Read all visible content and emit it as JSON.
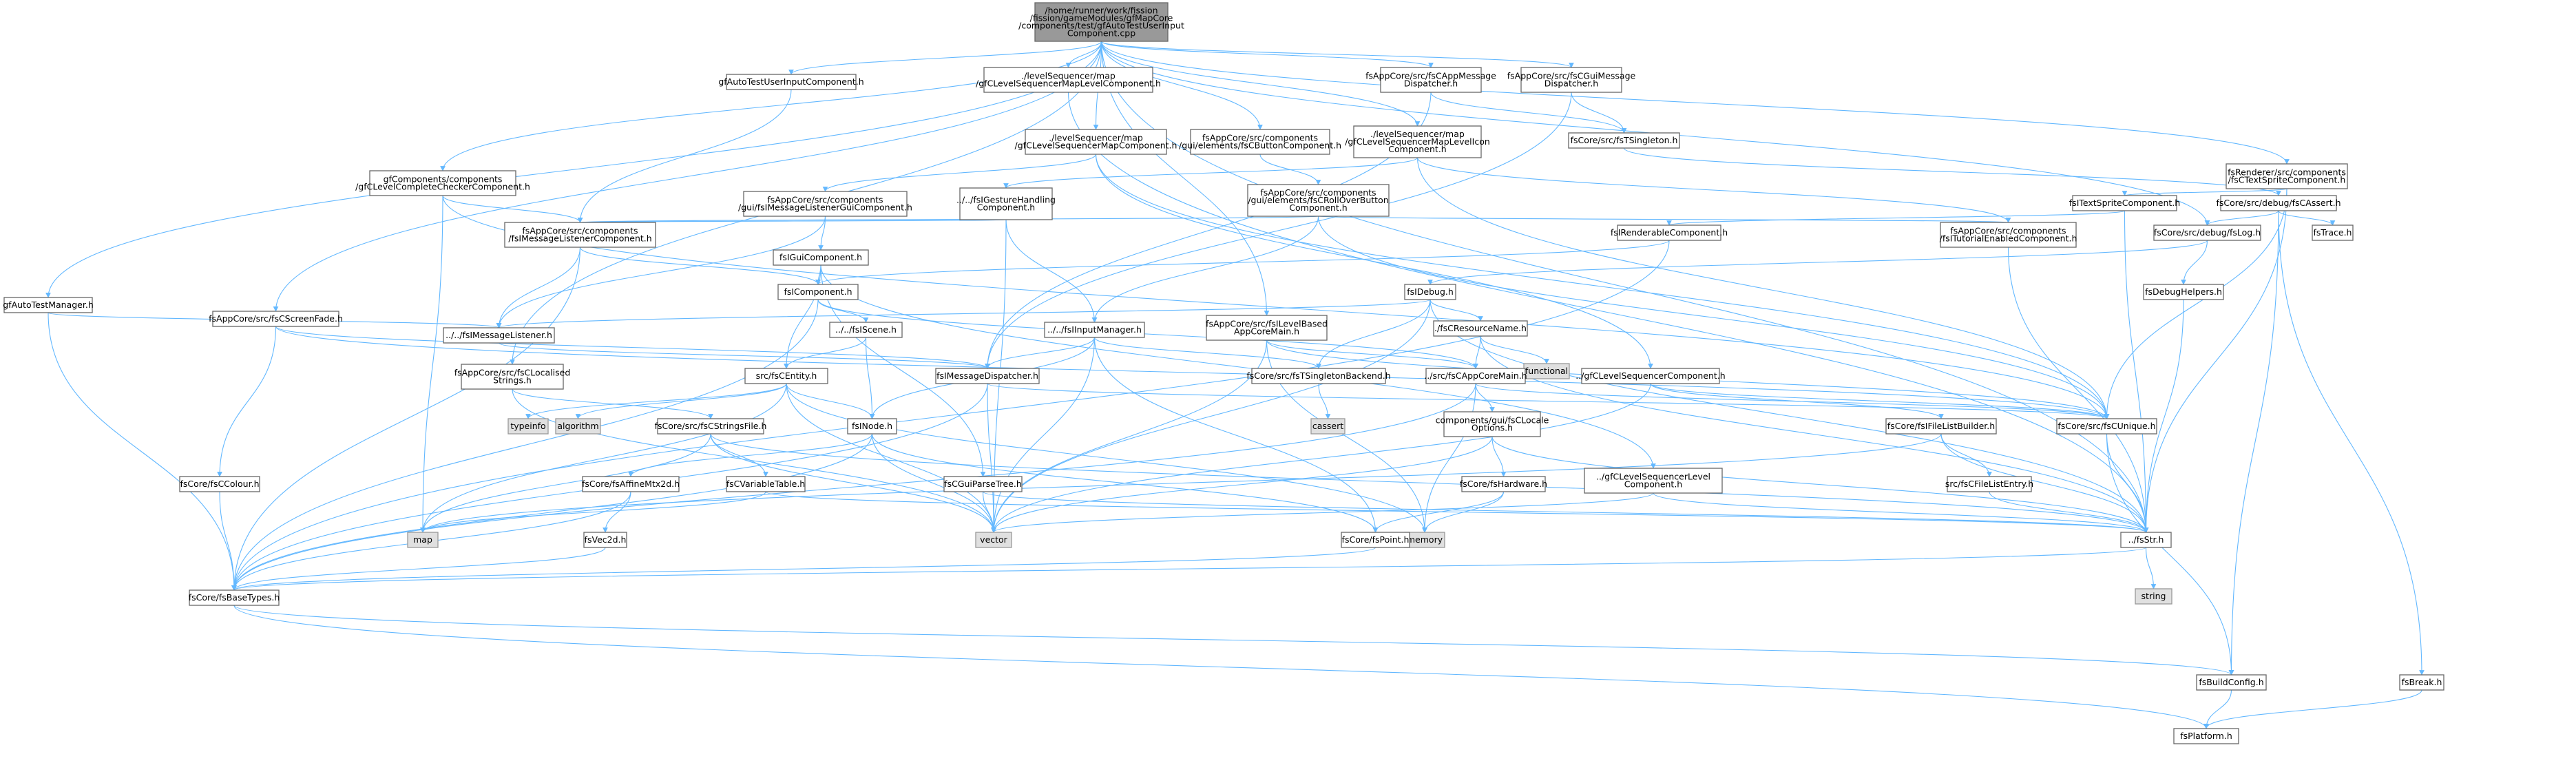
{
  "graph": {
    "root": "/home/runner/work/fission/fission/gameModules/gfMapCore/components/test/gfAutoTestUserInputComponent.cpp",
    "nodes": [
      {
        "id": "root",
        "label": [
          "/home/runner/work/fission",
          "/fission/gameModules/gfMapCore",
          "/components/test/gfAutoTestUserInput",
          "Component.cpp"
        ],
        "kind": "root"
      },
      {
        "id": "gfAutoTestManager",
        "label": [
          "gfAutoTestManager.h"
        ],
        "kind": "file"
      },
      {
        "id": "fsScreenFade",
        "label": [
          "fsAppCore/src/fsCScreenFade.h"
        ],
        "kind": "file"
      },
      {
        "id": "levelCompleteChecker",
        "label": [
          "gfComponents/components",
          "/gfCLevelCompleteCheckerComponent.h"
        ],
        "kind": "file"
      },
      {
        "id": "userInputComponent",
        "label": [
          "gfAutoTestUserInputComponent.h"
        ],
        "kind": "file"
      },
      {
        "id": "seqMapLevel",
        "label": [
          "./levelSequencer/map",
          "/gfCLevelSequencerMapLevelComponent.h"
        ],
        "kind": "file"
      },
      {
        "id": "seqMap",
        "label": [
          "./levelSequencer/map",
          "/gfCLevelSequencerMapComponent.h"
        ],
        "kind": "file"
      },
      {
        "id": "buttonComponent",
        "label": [
          "fsAppCore/src/components",
          "/gui/elements/fsCButtonComponent.h"
        ],
        "kind": "file"
      },
      {
        "id": "seqMapLevelIcon",
        "label": [
          "./levelSequencer/map",
          "/gfCLevelSequencerMapLevelIcon",
          "Component.h"
        ],
        "kind": "file"
      },
      {
        "id": "appMsgDispatcher",
        "label": [
          "fsAppCore/src/fsCAppMessage",
          "Dispatcher.h"
        ],
        "kind": "file"
      },
      {
        "id": "guiMsgDispatcher",
        "label": [
          "fsAppCore/src/fsCGuiMessage",
          "Dispatcher.h"
        ],
        "kind": "file"
      },
      {
        "id": "textSprite",
        "label": [
          "fsRenderer/src/components",
          "/fsCTextSpriteComponent.h"
        ],
        "kind": "file"
      },
      {
        "id": "msgListenerGui",
        "label": [
          "fsAppCore/src/components",
          "/gui/fsIMessageListenerGuiComponent.h"
        ],
        "kind": "file"
      },
      {
        "id": "gestureHandling",
        "label": [
          "../../fsIGestureHandling",
          "Component.h"
        ],
        "kind": "file"
      },
      {
        "id": "rollOverButton",
        "label": [
          "fsAppCore/src/components",
          "/gui/elements/fsCRollOverButton",
          "Component.h"
        ],
        "kind": "file"
      },
      {
        "id": "singleton",
        "label": [
          "fsCore/src/fsTSingleton.h"
        ],
        "kind": "file"
      },
      {
        "id": "iTextSprite",
        "label": [
          "fsITextSpriteComponent.h"
        ],
        "kind": "file"
      },
      {
        "id": "cAssert",
        "label": [
          "fsCore/src/debug/fsCAssert.h"
        ],
        "kind": "file"
      },
      {
        "id": "msgListenerComp",
        "label": [
          "fsAppCore/src/components",
          "/fsIMessageListenerComponent.h"
        ],
        "kind": "file"
      },
      {
        "id": "guiComponent",
        "label": [
          "fsIGuiComponent.h"
        ],
        "kind": "file"
      },
      {
        "id": "renderable",
        "label": [
          "fsIRenderableComponent.h"
        ],
        "kind": "file"
      },
      {
        "id": "tutorialEnabled",
        "label": [
          "fsAppCore/src/components",
          "/fsITutorialEnabledComponent.h"
        ],
        "kind": "file"
      },
      {
        "id": "fsLog",
        "label": [
          "fsCore/src/debug/fsLog.h"
        ],
        "kind": "file"
      },
      {
        "id": "fsTrace",
        "label": [
          "fsTrace.h"
        ],
        "kind": "file"
      },
      {
        "id": "iComponent",
        "label": [
          "fsIComponent.h"
        ],
        "kind": "file"
      },
      {
        "id": "iDebug",
        "label": [
          "fsIDebug.h"
        ],
        "kind": "file"
      },
      {
        "id": "debugHelpers",
        "label": [
          "fsDebugHelpers.h"
        ],
        "kind": "file"
      },
      {
        "id": "iMsgListener",
        "label": [
          "../../fsIMessageListener.h"
        ],
        "kind": "file"
      },
      {
        "id": "iScene",
        "label": [
          "../../fsIScene.h"
        ],
        "kind": "file"
      },
      {
        "id": "iInputManager",
        "label": [
          "../../fsIInputManager.h"
        ],
        "kind": "file"
      },
      {
        "id": "levelBasedApp",
        "label": [
          "fsAppCore/src/fsILevelBased",
          "AppCoreMain.h"
        ],
        "kind": "file"
      },
      {
        "id": "resourceName",
        "label": [
          "./fsCResourceName.h"
        ],
        "kind": "file"
      },
      {
        "id": "functional",
        "label": [
          "functional"
        ],
        "kind": "ext"
      },
      {
        "id": "localisedStrings",
        "label": [
          "fsAppCore/src/fsCLocalised",
          "Strings.h"
        ],
        "kind": "file"
      },
      {
        "id": "entity",
        "label": [
          "src/fsCEntity.h"
        ],
        "kind": "file"
      },
      {
        "id": "msgDispatcher",
        "label": [
          "fsIMessageDispatcher.h"
        ],
        "kind": "file"
      },
      {
        "id": "singletonBackend",
        "label": [
          "fsCore/src/fsTSingletonBackend.h"
        ],
        "kind": "file"
      },
      {
        "id": "appCoreMain",
        "label": [
          "../src/fsCAppCoreMain.h"
        ],
        "kind": "file"
      },
      {
        "id": "levelSequencerComp",
        "label": [
          "../gfCLevelSequencerComponent.h"
        ],
        "kind": "file"
      },
      {
        "id": "typeinfo",
        "label": [
          "typeinfo"
        ],
        "kind": "ext"
      },
      {
        "id": "algorithm",
        "label": [
          "algorithm"
        ],
        "kind": "ext"
      },
      {
        "id": "stringsFile",
        "label": [
          "fsCore/src/fsCStringsFile.h"
        ],
        "kind": "file"
      },
      {
        "id": "node",
        "label": [
          "fsINode.h"
        ],
        "kind": "file"
      },
      {
        "id": "cassert",
        "label": [
          "cassert"
        ],
        "kind": "ext"
      },
      {
        "id": "localeOptions",
        "label": [
          "components/gui/fsCLocale",
          "Options.h"
        ],
        "kind": "file"
      },
      {
        "id": "fileListBuilder",
        "label": [
          "fsCore/fsIFileListBuilder.h"
        ],
        "kind": "file"
      },
      {
        "id": "uniqueH",
        "label": [
          "fsCore/src/fsCUnique.h"
        ],
        "kind": "file"
      },
      {
        "id": "colour",
        "label": [
          "fsCore/fsCColour.h"
        ],
        "kind": "file"
      },
      {
        "id": "affineMtx",
        "label": [
          "fsCore/fsAffineMtx2d.h"
        ],
        "kind": "file"
      },
      {
        "id": "variableTable",
        "label": [
          "fsCVariableTable.h"
        ],
        "kind": "file"
      },
      {
        "id": "guiParseTree",
        "label": [
          "fsCGuiParseTree.h"
        ],
        "kind": "file"
      },
      {
        "id": "hardware",
        "label": [
          "fsCore/fsHardware.h"
        ],
        "kind": "file"
      },
      {
        "id": "levelSeqLevelComp",
        "label": [
          "../gfCLevelSequencerLevel",
          "Component.h"
        ],
        "kind": "file"
      },
      {
        "id": "fileListEntry",
        "label": [
          "src/fsCFileListEntry.h"
        ],
        "kind": "file"
      },
      {
        "id": "map",
        "label": [
          "map"
        ],
        "kind": "ext"
      },
      {
        "id": "vec2d",
        "label": [
          "fsVec2d.h"
        ],
        "kind": "file"
      },
      {
        "id": "vector",
        "label": [
          "vector"
        ],
        "kind": "ext"
      },
      {
        "id": "memory",
        "label": [
          "memory"
        ],
        "kind": "ext"
      },
      {
        "id": "point",
        "label": [
          "fsCore/fsPoint.h"
        ],
        "kind": "file"
      },
      {
        "id": "fsStr",
        "label": [
          "../fsStr.h"
        ],
        "kind": "file"
      },
      {
        "id": "string",
        "label": [
          "string"
        ],
        "kind": "ext"
      },
      {
        "id": "baseTypes",
        "label": [
          "fsCore/fsBaseTypes.h"
        ],
        "kind": "file"
      },
      {
        "id": "buildConfig",
        "label": [
          "fsBuildConfig.h"
        ],
        "kind": "file"
      },
      {
        "id": "fsBreak",
        "label": [
          "fsBreak.h"
        ],
        "kind": "file"
      },
      {
        "id": "platform",
        "label": [
          "fsPlatform.h"
        ],
        "kind": "file"
      }
    ],
    "edges": [
      [
        "root",
        "gfAutoTestManager"
      ],
      [
        "root",
        "fsScreenFade"
      ],
      [
        "root",
        "levelCompleteChecker"
      ],
      [
        "root",
        "userInputComponent"
      ],
      [
        "root",
        "seqMapLevel"
      ],
      [
        "root",
        "seqMap"
      ],
      [
        "root",
        "buttonComponent"
      ],
      [
        "root",
        "seqMapLevelIcon"
      ],
      [
        "root",
        "appMsgDispatcher"
      ],
      [
        "root",
        "guiMsgDispatcher"
      ],
      [
        "root",
        "textSprite"
      ],
      [
        "root",
        "localisedStrings"
      ],
      [
        "root",
        "levelBasedApp"
      ],
      [
        "root",
        "fsLog"
      ],
      [
        "root",
        "fsStr"
      ],
      [
        "gfAutoTestManager",
        "iMsgListener"
      ],
      [
        "gfAutoTestManager",
        "baseTypes"
      ],
      [
        "fsScreenFade",
        "colour"
      ],
      [
        "fsScreenFade",
        "msgDispatcher"
      ],
      [
        "fsScreenFade",
        "uniqueH"
      ],
      [
        "levelCompleteChecker",
        "msgListenerComp"
      ],
      [
        "levelCompleteChecker",
        "map"
      ],
      [
        "levelCompleteChecker",
        "uniqueH"
      ],
      [
        "userInputComponent",
        "msgListenerComp"
      ],
      [
        "seqMapLevel",
        "fsStr"
      ],
      [
        "seqMap",
        "msgListenerGui"
      ],
      [
        "seqMap",
        "levelSequencerComp"
      ],
      [
        "seqMap",
        "uniqueH"
      ],
      [
        "buttonComponent",
        "rollOverButton"
      ],
      [
        "seqMapLevelIcon",
        "gestureHandling"
      ],
      [
        "seqMapLevelIcon",
        "tutorialEnabled"
      ],
      [
        "seqMapLevelIcon",
        "uniqueH"
      ],
      [
        "appMsgDispatcher",
        "singleton"
      ],
      [
        "appMsgDispatcher",
        "msgDispatcher"
      ],
      [
        "guiMsgDispatcher",
        "singleton"
      ],
      [
        "guiMsgDispatcher",
        "msgDispatcher"
      ],
      [
        "textSprite",
        "iTextSprite"
      ],
      [
        "textSprite",
        "uniqueH"
      ],
      [
        "textSprite",
        "fsStr"
      ],
      [
        "msgListenerGui",
        "guiComponent"
      ],
      [
        "msgListenerGui",
        "iMsgListener"
      ],
      [
        "gestureHandling",
        "msgListenerComp"
      ],
      [
        "gestureHandling",
        "iInputManager"
      ],
      [
        "gestureHandling",
        "vector"
      ],
      [
        "rollOverButton",
        "msgListenerComp"
      ],
      [
        "rollOverButton",
        "tutorialEnabled"
      ],
      [
        "rollOverButton",
        "iInputManager"
      ],
      [
        "rollOverButton",
        "uniqueH"
      ],
      [
        "singleton",
        "cAssert"
      ],
      [
        "iTextSprite",
        "renderable"
      ],
      [
        "iTextSprite",
        "fsStr"
      ],
      [
        "cAssert",
        "fsLog"
      ],
      [
        "cAssert",
        "fsTrace"
      ],
      [
        "cAssert",
        "fsBreak"
      ],
      [
        "cAssert",
        "buildConfig"
      ],
      [
        "msgListenerComp",
        "iComponent"
      ],
      [
        "msgListenerComp",
        "iMsgListener"
      ],
      [
        "msgListenerComp",
        "baseTypes"
      ],
      [
        "guiComponent",
        "iComponent"
      ],
      [
        "guiComponent",
        "entity"
      ],
      [
        "guiComponent",
        "guiParseTree"
      ],
      [
        "guiComponent",
        "levelSeqLevelComp"
      ],
      [
        "renderable",
        "iComponent"
      ],
      [
        "renderable",
        "baseTypes"
      ],
      [
        "tutorialEnabled",
        "fsStr"
      ],
      [
        "fsLog",
        "iDebug"
      ],
      [
        "fsLog",
        "debugHelpers"
      ],
      [
        "debugHelpers",
        "fsStr"
      ],
      [
        "iComponent",
        "iScene"
      ],
      [
        "iComponent",
        "appCoreMain"
      ],
      [
        "iComponent",
        "baseTypes"
      ],
      [
        "iDebug",
        "iMsgListener"
      ],
      [
        "iDebug",
        "resourceName"
      ],
      [
        "iDebug",
        "singletonBackend"
      ],
      [
        "iDebug",
        "vector"
      ],
      [
        "iDebug",
        "fsStr"
      ],
      [
        "iMsgListener",
        "msgDispatcher"
      ],
      [
        "iScene",
        "entity"
      ],
      [
        "iScene",
        "node"
      ],
      [
        "iInputManager",
        "msgDispatcher"
      ],
      [
        "iInputManager",
        "singletonBackend"
      ],
      [
        "iInputManager",
        "node"
      ],
      [
        "iInputManager",
        "vector"
      ],
      [
        "iInputManager",
        "point"
      ],
      [
        "levelBasedApp",
        "appCoreMain"
      ],
      [
        "levelBasedApp",
        "vector"
      ],
      [
        "levelBasedApp",
        "memory"
      ],
      [
        "levelBasedApp",
        "uniqueH"
      ],
      [
        "resourceName",
        "functional"
      ],
      [
        "resourceName",
        "appCoreMain"
      ],
      [
        "resourceName",
        "fsStr"
      ],
      [
        "localisedStrings",
        "stringsFile"
      ],
      [
        "localisedStrings",
        "vector"
      ],
      [
        "entity",
        "typeinfo"
      ],
      [
        "entity",
        "algorithm"
      ],
      [
        "entity",
        "node"
      ],
      [
        "entity",
        "map"
      ],
      [
        "entity",
        "vector"
      ],
      [
        "entity",
        "memory"
      ],
      [
        "msgDispatcher",
        "baseTypes"
      ],
      [
        "msgDispatcher",
        "vector"
      ],
      [
        "msgDispatcher",
        "uniqueH"
      ],
      [
        "singletonBackend",
        "cassert"
      ],
      [
        "appCoreMain",
        "localeOptions"
      ],
      [
        "appCoreMain",
        "memory"
      ],
      [
        "appCoreMain",
        "baseTypes"
      ],
      [
        "appCoreMain",
        "uniqueH"
      ],
      [
        "levelSequencerComp",
        "fileListBuilder"
      ],
      [
        "levelSequencerComp",
        "vector"
      ],
      [
        "levelSequencerComp",
        "uniqueH"
      ],
      [
        "stringsFile",
        "variableTable"
      ],
      [
        "stringsFile",
        "map"
      ],
      [
        "stringsFile",
        "vector"
      ],
      [
        "stringsFile",
        "fsStr"
      ],
      [
        "node",
        "affineMtx"
      ],
      [
        "node",
        "baseTypes"
      ],
      [
        "node",
        "vector"
      ],
      [
        "node",
        "point"
      ],
      [
        "localeOptions",
        "hardware"
      ],
      [
        "localeOptions",
        "vector"
      ],
      [
        "localeOptions",
        "fsStr"
      ],
      [
        "fileListBuilder",
        "fileListEntry"
      ],
      [
        "fileListBuilder",
        "map"
      ],
      [
        "fileListBuilder",
        "fsStr"
      ],
      [
        "uniqueH",
        "fsStr"
      ],
      [
        "uniqueH",
        "buildConfig"
      ],
      [
        "colour",
        "baseTypes"
      ],
      [
        "affineMtx",
        "vec2d"
      ],
      [
        "affineMtx",
        "baseTypes"
      ],
      [
        "variableTable",
        "map"
      ],
      [
        "variableTable",
        "fsStr"
      ],
      [
        "guiParseTree",
        "vector"
      ],
      [
        "guiParseTree",
        "fsStr"
      ],
      [
        "hardware",
        "point"
      ],
      [
        "hardware",
        "memory"
      ],
      [
        "levelSeqLevelComp",
        "fsStr"
      ],
      [
        "levelSeqLevelComp",
        "vector"
      ],
      [
        "fileListEntry",
        "fsStr"
      ],
      [
        "vec2d",
        "baseTypes"
      ],
      [
        "point",
        "baseTypes"
      ],
      [
        "fsStr",
        "string"
      ],
      [
        "fsStr",
        "baseTypes"
      ],
      [
        "baseTypes",
        "buildConfig"
      ],
      [
        "baseTypes",
        "platform"
      ],
      [
        "buildConfig",
        "platform"
      ],
      [
        "fsBreak",
        "platform"
      ]
    ]
  }
}
